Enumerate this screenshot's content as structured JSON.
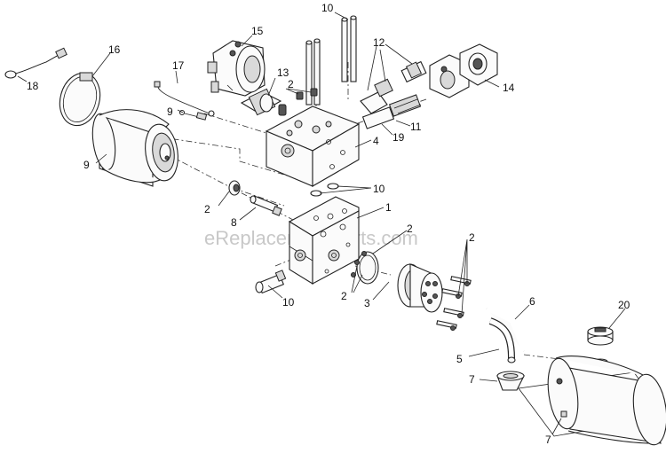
{
  "diagram": {
    "watermark": "eReplacementParts.com",
    "callouts": [
      {
        "id": "c10a",
        "label": "10"
      },
      {
        "id": "c15",
        "label": "15"
      },
      {
        "id": "c16",
        "label": "16"
      },
      {
        "id": "c12",
        "label": "12"
      },
      {
        "id": "c17",
        "label": "17"
      },
      {
        "id": "c13",
        "label": "13"
      },
      {
        "id": "c18",
        "label": "18"
      },
      {
        "id": "c2a",
        "label": "2"
      },
      {
        "id": "c14",
        "label": "14"
      },
      {
        "id": "c9a",
        "label": "9"
      },
      {
        "id": "c11",
        "label": "11"
      },
      {
        "id": "c19",
        "label": "19"
      },
      {
        "id": "c9b",
        "label": "9"
      },
      {
        "id": "c4",
        "label": "4"
      },
      {
        "id": "c10b",
        "label": "10"
      },
      {
        "id": "c2b",
        "label": "2"
      },
      {
        "id": "c1",
        "label": "1"
      },
      {
        "id": "c8",
        "label": "8"
      },
      {
        "id": "c2c",
        "label": "2"
      },
      {
        "id": "c2d",
        "label": "2"
      },
      {
        "id": "c2e",
        "label": "2"
      },
      {
        "id": "c3",
        "label": "3"
      },
      {
        "id": "c10c",
        "label": "10"
      },
      {
        "id": "c6",
        "label": "6"
      },
      {
        "id": "c20",
        "label": "20"
      },
      {
        "id": "c5",
        "label": "5"
      },
      {
        "id": "c7a",
        "label": "7"
      },
      {
        "id": "c7b",
        "label": "7"
      }
    ]
  }
}
